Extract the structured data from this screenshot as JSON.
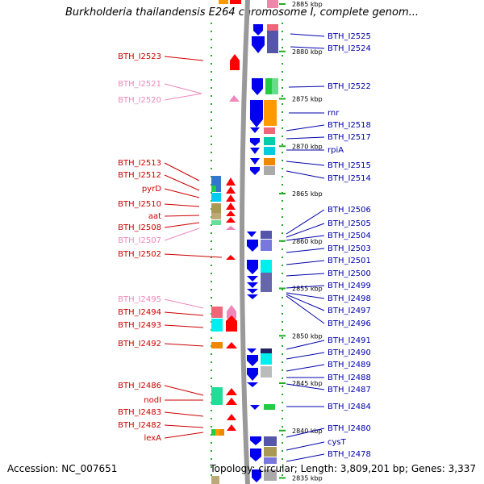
{
  "title": "Burkholderia thailandensis E264 chromosome I, complete genom...",
  "footer": {
    "accession": "Accession: NC_007651",
    "topology": "Topology: circular; Length: 3,809,201 bp; Genes: 3,337"
  },
  "colors": {
    "left_label": "#cc0000",
    "left_label_faint": "#ee88bb",
    "right_label": "#0000aa",
    "backbone": "#999999",
    "tick_mark": "#22aa22"
  },
  "scale_ticks": [
    {
      "label": "2885 kbp",
      "pos": 2885
    },
    {
      "label": "2880 kbp",
      "pos": 2880
    },
    {
      "label": "2875 kbp",
      "pos": 2875
    },
    {
      "label": "2870 kbp",
      "pos": 2870
    },
    {
      "label": "2865 kbp",
      "pos": 2865
    },
    {
      "label": "2860 kbp",
      "pos": 2860
    },
    {
      "label": "2855 kbp",
      "pos": 2855
    },
    {
      "label": "2850 kbp",
      "pos": 2850
    },
    {
      "label": "2845 kbp",
      "pos": 2845
    },
    {
      "label": "2840 kbp",
      "pos": 2840
    },
    {
      "label": "2835 kbp",
      "pos": 2835
    }
  ],
  "left_labels": [
    {
      "text": "BTH_I2523",
      "faint": false
    },
    {
      "text": "BTH_I2521",
      "faint": true
    },
    {
      "text": "BTH_I2520",
      "faint": true
    },
    {
      "text": "BTH_I2513",
      "faint": false
    },
    {
      "text": "BTH_I2512",
      "faint": false
    },
    {
      "text": "pyrD",
      "faint": false
    },
    {
      "text": "BTH_I2510",
      "faint": false
    },
    {
      "text": "aat",
      "faint": false
    },
    {
      "text": "BTH_I2508",
      "faint": false
    },
    {
      "text": "BTH_I2507",
      "faint": true
    },
    {
      "text": "BTH_I2502",
      "faint": false
    },
    {
      "text": "BTH_I2495",
      "faint": true
    },
    {
      "text": "BTH_I2494",
      "faint": false
    },
    {
      "text": "BTH_I2493",
      "faint": false
    },
    {
      "text": "BTH_I2492",
      "faint": false
    },
    {
      "text": "BTH_I2486",
      "faint": false
    },
    {
      "text": "nodI",
      "faint": false
    },
    {
      "text": "BTH_I2483",
      "faint": false
    },
    {
      "text": "BTH_I2482",
      "faint": false
    },
    {
      "text": "lexA",
      "faint": false
    }
  ],
  "right_labels": [
    {
      "text": "BTH_I2525"
    },
    {
      "text": "BTH_I2524"
    },
    {
      "text": "BTH_I2522"
    },
    {
      "text": "rnr"
    },
    {
      "text": "BTH_I2518"
    },
    {
      "text": "BTH_I2517"
    },
    {
      "text": "rpiA"
    },
    {
      "text": "BTH_I2515"
    },
    {
      "text": "BTH_I2514"
    },
    {
      "text": "BTH_I2506"
    },
    {
      "text": "BTH_I2505"
    },
    {
      "text": "BTH_I2504"
    },
    {
      "text": "BTH_I2503"
    },
    {
      "text": "BTH_I2501"
    },
    {
      "text": "BTH_I2500"
    },
    {
      "text": "BTH_I2499"
    },
    {
      "text": "BTH_I2498"
    },
    {
      "text": "BTH_I2497"
    },
    {
      "text": "BTH_I2496"
    },
    {
      "text": "BTH_I2491"
    },
    {
      "text": "BTH_I2490"
    },
    {
      "text": "BTH_I2489"
    },
    {
      "text": "BTH_I2488"
    },
    {
      "text": "BTH_I2487"
    },
    {
      "text": "BTH_I2484"
    },
    {
      "text": "BTH_I2480"
    },
    {
      "text": "cysT"
    },
    {
      "text": "BTH_I2478"
    }
  ]
}
